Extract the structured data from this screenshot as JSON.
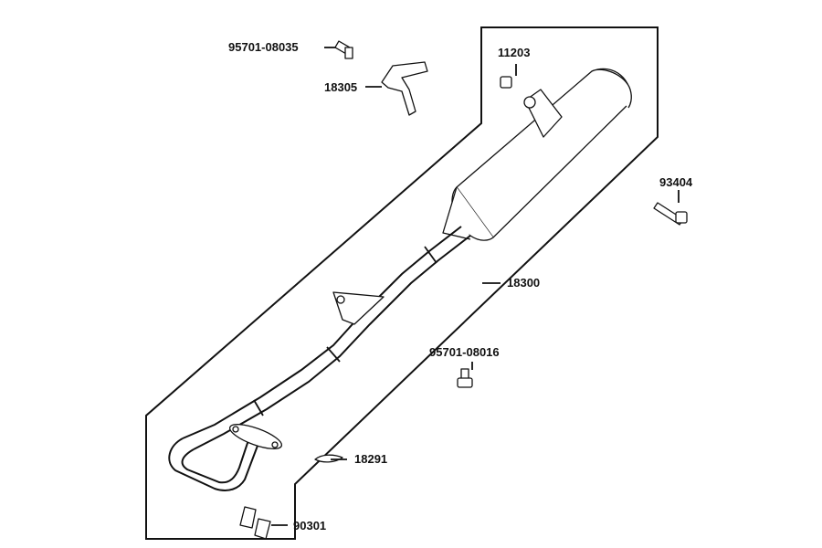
{
  "parts": [
    {
      "id": "p1",
      "number": "95701-08035",
      "name": "bolt-95701-08035"
    },
    {
      "id": "p2",
      "number": "18305",
      "name": "bracket-18305"
    },
    {
      "id": "p3",
      "number": "11203",
      "name": "nut-11203"
    },
    {
      "id": "p4",
      "number": "93404",
      "name": "bolt-93404"
    },
    {
      "id": "p5",
      "number": "18300",
      "name": "exhaust-assembly-18300"
    },
    {
      "id": "p6",
      "number": "95701-08016",
      "name": "bolt-95701-08016"
    },
    {
      "id": "p7",
      "number": "18291",
      "name": "gasket-18291"
    },
    {
      "id": "p8",
      "number": "90301",
      "name": "nut-90301"
    }
  ]
}
